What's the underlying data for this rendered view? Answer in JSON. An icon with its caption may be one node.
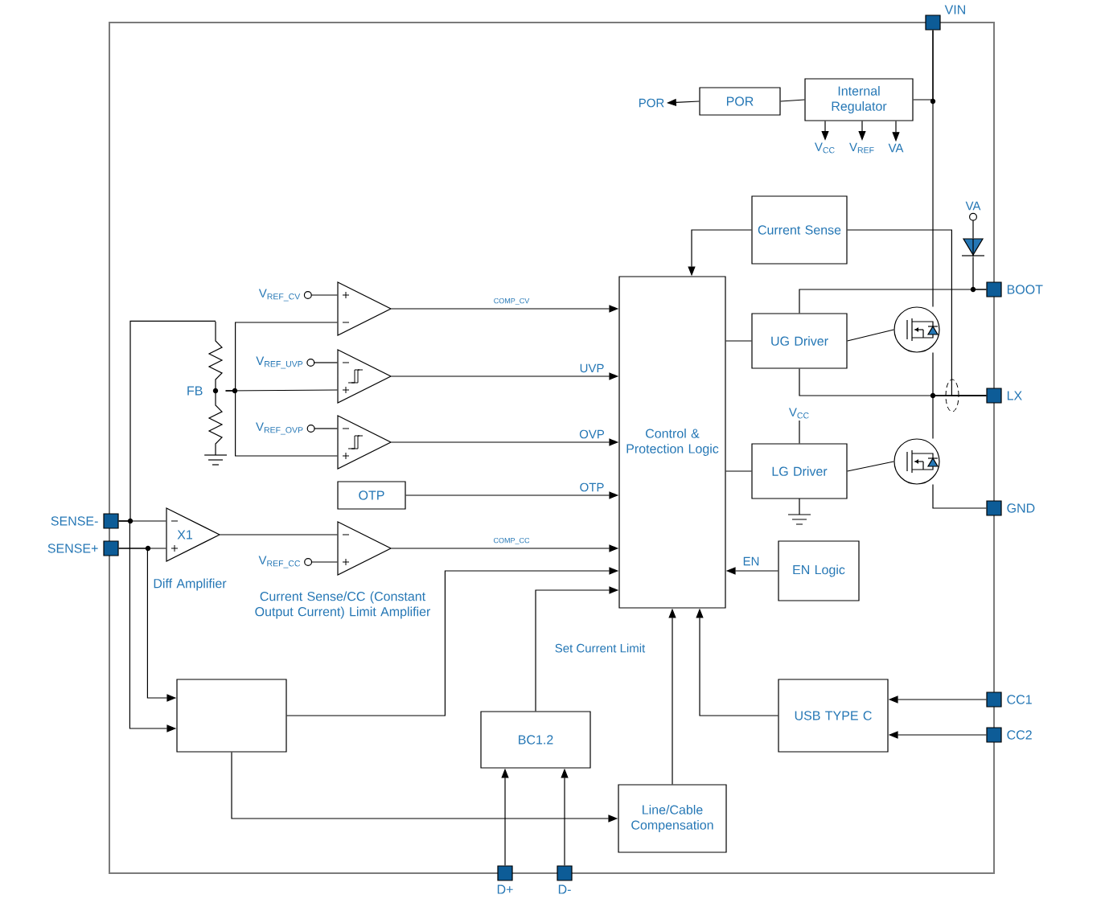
{
  "diagram": {
    "nodes": [
      {
        "text": [
          "POR"
        ]
      },
      {
        "text": [
          "POR"
        ]
      },
      {
        "text": [
          "Internal Regulator"
        ]
      },
      {
        "text": [],
        "shape": "square",
        "beside": [
          "VIN"
        ]
      },
      {
        "text": [
          "V$_{CC}$"
        ]
      },
      {
        "text": [
          "V$_{REF}$"
        ]
      },
      {
        "text": [
          "VA"
        ]
      },
      {
        "text": [
          "Current Sense"
        ]
      },
      {
        "text": [
          "VA"
        ]
      },
      {
        "text": [],
        "shape": "square",
        "beside": [
          "BOOT"
        ]
      },
      {
        "text": [
          "Control & Protection Logic"
        ]
      },
      {
        "text": [
          "UG Driver"
        ]
      },
      {
        "text": [],
        "shape": "transistor"
      },
      {
        "text": [],
        "shape": "square",
        "beside": [
          "LX"
        ]
      },
      {
        "text": [
          "V$_{CC}$"
        ]
      },
      {
        "text": [
          "LG Driver"
        ]
      },
      {
        "text": [],
        "shape": "transistor"
      },
      {
        "text": [],
        "shape": "square",
        "beside": [
          "GND"
        ]
      },
      {
        "text": [
          "V$_{REF_CV}$"
        ]
      },
      {
        "text": [],
        "shape": "triangle"
      },
      {
        "text": [
          "V$_{REF_UVP}$"
        ]
      },
      {
        "text": [],
        "shape": "triangle"
      },
      {
        "text": [
          "V$_{REF_OVP}$"
        ]
      },
      {
        "text": [],
        "shape": "triangle"
      },
      {
        "text": [
          "OTP"
        ]
      },
      {
        "text": [],
        "shape": "square",
        "beside": [
          "SENSE-"
        ]
      },
      {
        "text": [],
        "shape": "square",
        "beside": [
          "SENSE+"
        ]
      },
      {
        "text": [
          "X1"
        ],
        "beside": [
          "Diff Amplifier"
        ]
      },
      {
        "text": [],
        "shape": "triangle",
        "beside": [
          "Current Sense/CC (Constant Output Current) Limit Amplifier"
        ]
      },
      {
        "text": [
          "V$_{REF_CC}$"
        ]
      },
      {
        "text": [
          "EN Logic"
        ]
      },
      {
        "text": [],
        "shape": "box"
      },
      {
        "text": [
          "BC1.2"
        ]
      },
      {
        "text": [
          "USB TYPE C"
        ]
      },
      {
        "text": [],
        "shape": "square",
        "beside": [
          "CC1"
        ]
      },
      {
        "text": [],
        "shape": "square",
        "beside": [
          "CC2"
        ]
      },
      {
        "text": [
          "Line/Cable Compensation"
        ]
      },
      {
        "text": [],
        "shape": "square",
        "beside": [
          "D+"
        ]
      },
      {
        "text": [],
        "shape": "square",
        "beside": [
          "D-"
        ]
      },
      {
        "text": [],
        "shape": "resistor",
        "beside": [
          "FB"
        ]
      },
      {
        "text": [],
        "shape": "diode"
      }
    ],
    "edges": [
      {
        "from": 2,
        "to": 1,
        "arrow": "none"
      },
      {
        "from": 1,
        "to": 0,
        "arrow": "to"
      },
      {
        "from": 2,
        "to": 4,
        "arrow": "to"
      },
      {
        "from": 2,
        "to": 5,
        "arrow": "to"
      },
      {
        "from": 2,
        "to": 6,
        "arrow": "to"
      },
      {
        "from": 3,
        "to": 2,
        "arrow": "none"
      },
      {
        "from": 3,
        "to": 12,
        "arrow": "none"
      },
      {
        "from": 12,
        "to": 13,
        "arrow": "none"
      },
      {
        "from": 13,
        "to": 16,
        "arrow": "none"
      },
      {
        "from": 16,
        "to": 17,
        "arrow": "none"
      },
      {
        "from": 8,
        "to": 40,
        "arrow": "none"
      },
      {
        "from": 9,
        "to": 11,
        "arrow": "none"
      },
      {
        "from": 11,
        "to": 13,
        "arrow": "none"
      },
      {
        "from": 7,
        "to": 10,
        "arrow": "to"
      },
      {
        "from": 7,
        "to": 13,
        "arrow": "none"
      },
      {
        "from": 10,
        "to": 11,
        "arrow": "none"
      },
      {
        "from": 10,
        "to": 15,
        "arrow": "none"
      },
      {
        "from": 11,
        "to": 12,
        "arrow": "none"
      },
      {
        "from": 15,
        "to": 16,
        "arrow": "none"
      },
      {
        "from": 14,
        "to": 15,
        "arrow": "none"
      },
      {
        "from": 18,
        "to": 19,
        "arrow": "none"
      },
      {
        "from": 20,
        "to": 21,
        "arrow": "none"
      },
      {
        "from": 22,
        "to": 23,
        "arrow": "none"
      },
      {
        "from": 19,
        "to": 10,
        "arrow": "to",
        "label": "COMP_CV"
      },
      {
        "from": 21,
        "to": 10,
        "arrow": "to",
        "label": "UVP"
      },
      {
        "from": 23,
        "to": 10,
        "arrow": "to",
        "label": "OVP"
      },
      {
        "from": 24,
        "to": 10,
        "arrow": "to",
        "label": "OTP"
      },
      {
        "from": 25,
        "to": 39,
        "arrow": "none"
      },
      {
        "from": 39,
        "to": 19,
        "arrow": "none"
      },
      {
        "from": 39,
        "to": 21,
        "arrow": "none"
      },
      {
        "from": 39,
        "to": 23,
        "arrow": "none"
      },
      {
        "from": 25,
        "to": 27,
        "arrow": "none"
      },
      {
        "from": 26,
        "to": 27,
        "arrow": "none"
      },
      {
        "from": 25,
        "to": 31,
        "arrow": "to"
      },
      {
        "from": 26,
        "to": 31,
        "arrow": "to"
      },
      {
        "from": 27,
        "to": 28,
        "arrow": "none"
      },
      {
        "from": 29,
        "to": 28,
        "arrow": "none"
      },
      {
        "from": 28,
        "to": 10,
        "arrow": "to",
        "label": "COMP_CC"
      },
      {
        "from": 31,
        "to": 10,
        "arrow": "to"
      },
      {
        "from": 31,
        "to": 36,
        "arrow": "to"
      },
      {
        "from": 32,
        "to": 10,
        "arrow": "to",
        "label": "Set Current Limit"
      },
      {
        "from": 37,
        "to": 32,
        "arrow": "to"
      },
      {
        "from": 38,
        "to": 32,
        "arrow": "to"
      },
      {
        "from": 30,
        "to": 10,
        "arrow": "to",
        "label": "EN"
      },
      {
        "from": 33,
        "to": 10,
        "arrow": "to"
      },
      {
        "from": 34,
        "to": 33,
        "arrow": "to"
      },
      {
        "from": 35,
        "to": 33,
        "arrow": "to"
      },
      {
        "from": 36,
        "to": 10,
        "arrow": "to"
      },
      {
        "from": 40,
        "to": 9,
        "arrow": "none"
      }
    ]
  }
}
